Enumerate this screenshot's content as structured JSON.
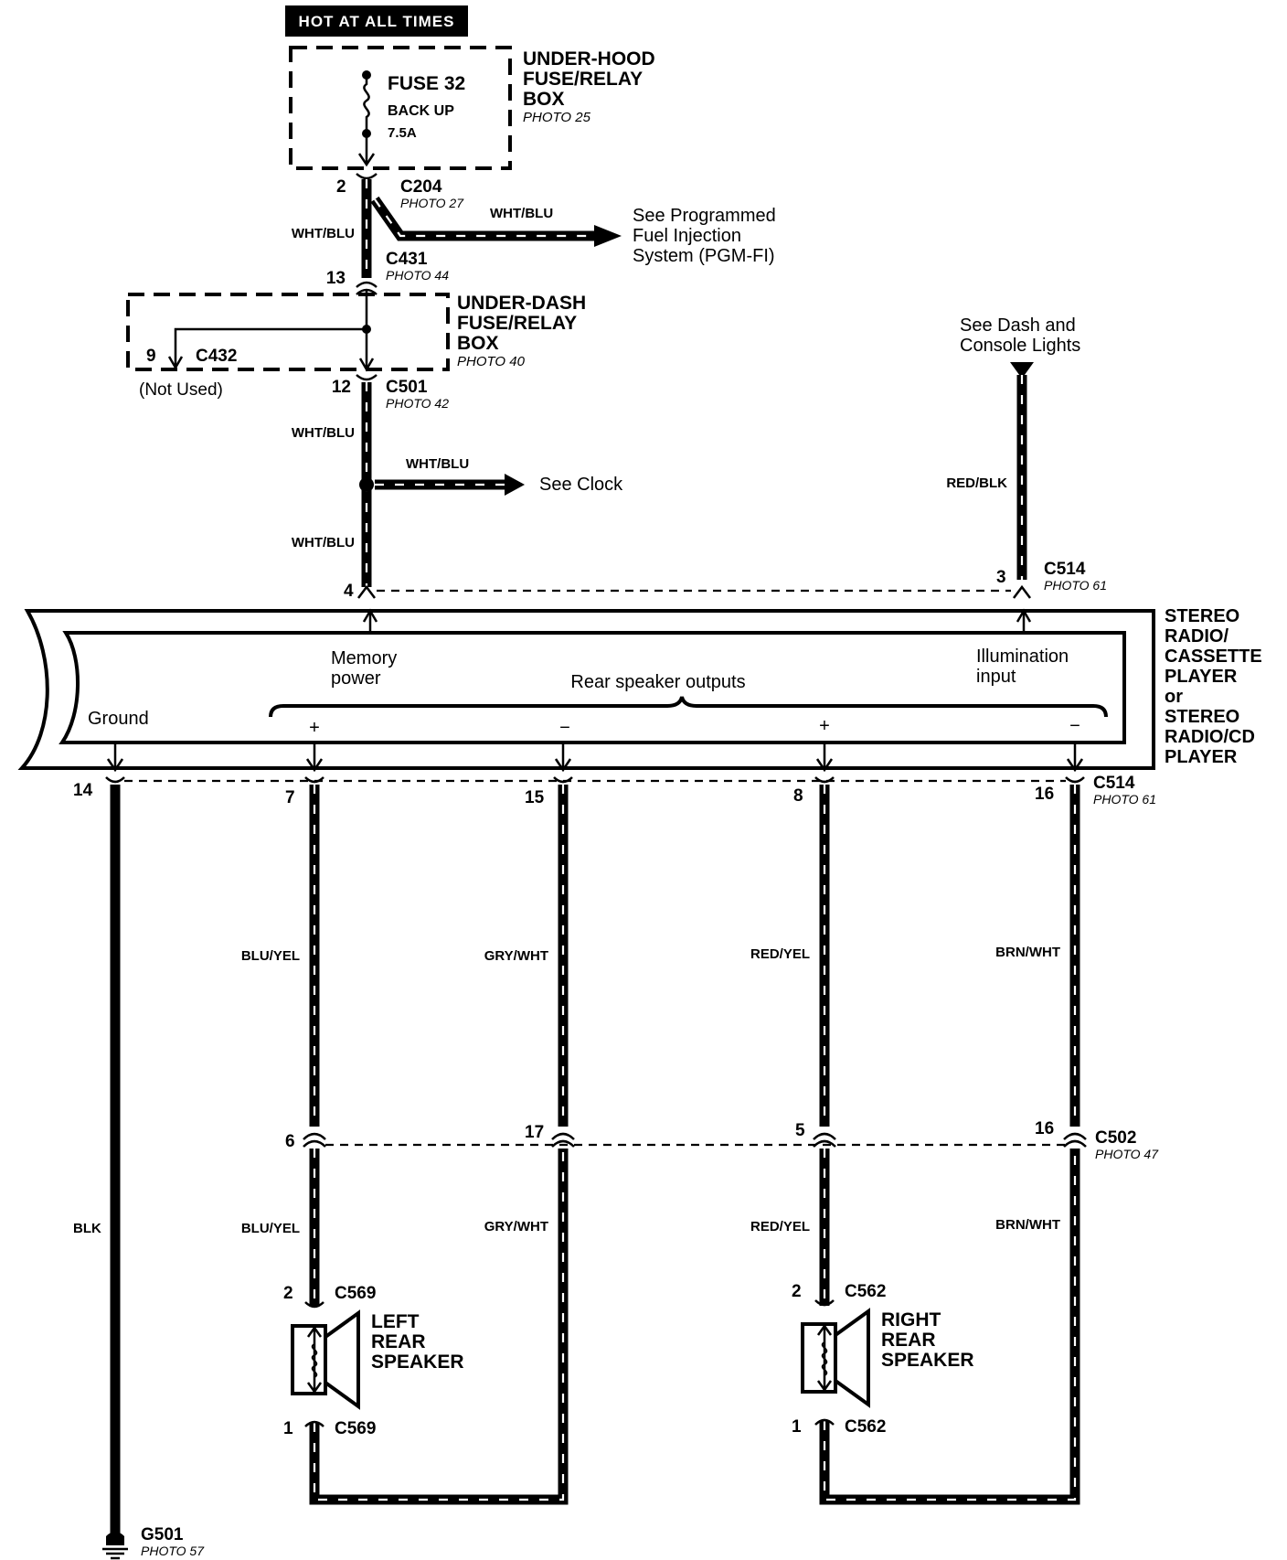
{
  "hot_label": "HOT AT ALL TIMES",
  "underhood": {
    "title1": "UNDER-HOOD",
    "title2": "FUSE/RELAY",
    "title3": "BOX",
    "photo": "PHOTO 25",
    "fuse": "FUSE 32",
    "fuse_desc": "BACK UP",
    "fuse_rating": "7.5A"
  },
  "c204": {
    "pin": "2",
    "name": "C204",
    "photo": "PHOTO 27"
  },
  "pgmfi": {
    "wire": "WHT/BLU",
    "line1": "See Programmed",
    "line2": "Fuel Injection",
    "line3": "System (PGM-FI)"
  },
  "wire_wht_blu": "WHT/BLU",
  "c431": {
    "pin": "13",
    "name": "C431",
    "photo": "PHOTO 44"
  },
  "underdash": {
    "title1": "UNDER-DASH",
    "title2": "FUSE/RELAY",
    "title3": "BOX",
    "photo": "PHOTO 40"
  },
  "c432": {
    "pin": "9",
    "name": "C432",
    "note": "(Not Used)"
  },
  "c501": {
    "pin": "12",
    "name": "C501",
    "photo": "PHOTO 42"
  },
  "clock": {
    "wire": "WHT/BLU",
    "label": "See Clock"
  },
  "dash_lights": {
    "line1": "See Dash and",
    "line2": "Console Lights",
    "wire": "RED/BLK"
  },
  "c514_top": {
    "pin_memory": "4",
    "pin_illum": "3",
    "name": "C514",
    "photo": "PHOTO 61"
  },
  "radio": {
    "title": [
      "STEREO",
      "RADIO/",
      "CASSETTE",
      "PLAYER",
      "or",
      "STEREO",
      "RADIO/CD",
      "PLAYER"
    ],
    "memory1": "Memory",
    "memory2": "power",
    "illum1": "Illumination",
    "illum2": "input",
    "rear": "Rear speaker outputs",
    "ground": "Ground",
    "plus": "+",
    "minus": "−"
  },
  "c514_bottom": {
    "name": "C514",
    "photo": "PHOTO 61",
    "pins": [
      "14",
      "7",
      "15",
      "8",
      "16"
    ]
  },
  "wires": {
    "blk": "BLK",
    "blu_yel": "BLU/YEL",
    "gry_wht": "GRY/WHT",
    "red_yel": "RED/YEL",
    "brn_wht": "BRN/WHT"
  },
  "c502": {
    "name": "C502",
    "photo": "PHOTO 47",
    "pins": [
      "6",
      "17",
      "5",
      "16"
    ]
  },
  "left_speaker": {
    "top_pin": "2",
    "bottom_pin": "1",
    "connector": "C569",
    "l1": "LEFT",
    "l2": "REAR",
    "l3": "SPEAKER"
  },
  "right_speaker": {
    "top_pin": "2",
    "bottom_pin": "1",
    "connector": "C562",
    "l1": "RIGHT",
    "l2": "REAR",
    "l3": "SPEAKER"
  },
  "ground": {
    "name": "G501",
    "photo": "PHOTO 57"
  }
}
